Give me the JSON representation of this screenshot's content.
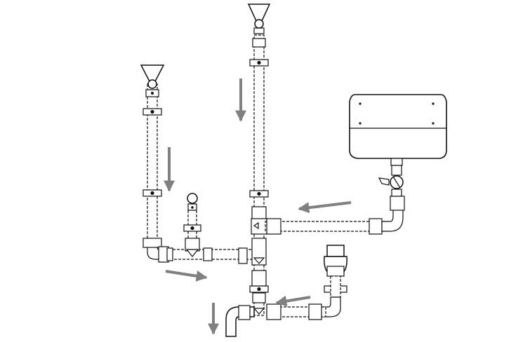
{
  "diagram": {
    "kind": "plumbing-schematic",
    "colors": {
      "line": "#111111",
      "pipe_fill": "#ffffff",
      "arrow": "#808080",
      "cistern_fill": "#f2f2f2"
    },
    "components": [
      {
        "name": "left-funnel-inlet",
        "icon": "funnel-icon"
      },
      {
        "name": "center-funnel-inlet",
        "icon": "funnel-icon"
      },
      {
        "name": "wall-cistern",
        "icon": "cistern-icon"
      },
      {
        "name": "cistern-float-valve",
        "icon": "valve-icon"
      },
      {
        "name": "small-vent-valve",
        "icon": "valve-icon"
      },
      {
        "name": "right-inlet-bend",
        "icon": "elbow-icon"
      },
      {
        "name": "outlet-bend",
        "icon": "elbow-icon"
      }
    ],
    "flow_arrows": [
      {
        "name": "flow-arrow-left-riser",
        "direction": "down"
      },
      {
        "name": "flow-arrow-center-riser",
        "direction": "down"
      },
      {
        "name": "flow-arrow-cistern-branch",
        "direction": "left"
      },
      {
        "name": "flow-arrow-lower-branch",
        "direction": "right"
      },
      {
        "name": "flow-arrow-right-inlet",
        "direction": "left"
      },
      {
        "name": "flow-arrow-outlet",
        "direction": "down"
      }
    ]
  }
}
